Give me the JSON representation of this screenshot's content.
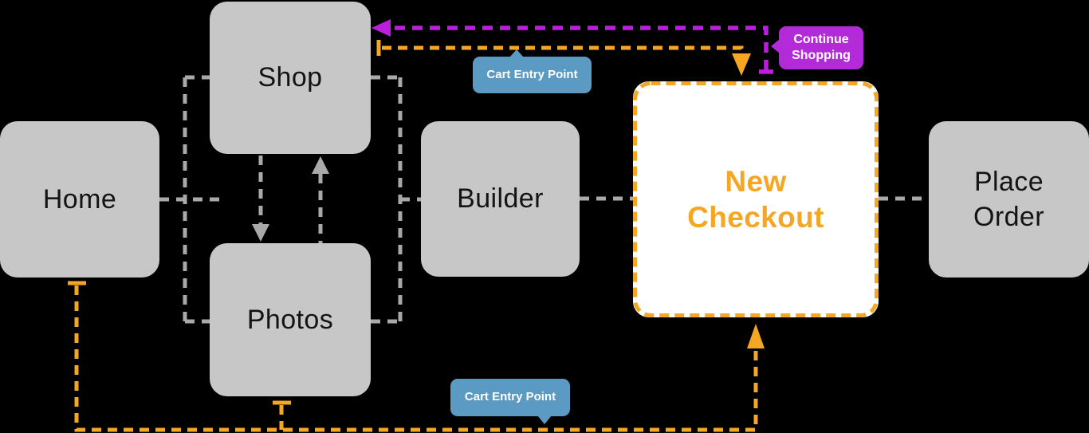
{
  "colors": {
    "background": "#000000",
    "box-gray": "#C7C7C7",
    "line-gray": "#A9A9A9",
    "text-dark": "#141414",
    "orange": "#F5A623",
    "purple-line": "#BB1EDC",
    "purple-badge": "#B32BD9",
    "blue": "#5B9AC2",
    "checkout-bg": "#FFFFFF",
    "badge-text": "#FFFFFF"
  },
  "nodes": {
    "home": {
      "label": "Home"
    },
    "shop": {
      "label": "Shop"
    },
    "photos": {
      "label": "Photos"
    },
    "builder": {
      "label": "Builder"
    },
    "new_checkout": {
      "label": "New\nCheckout"
    },
    "place_order": {
      "label": "Place\nOrder"
    }
  },
  "badges": {
    "continue_shopping": {
      "label": "Continue\nShopping"
    },
    "cart_entry_top": {
      "label": "Cart Entry Point"
    },
    "cart_entry_bottom": {
      "label": "Cart Entry Point"
    }
  },
  "edges": [
    {
      "from": "Home",
      "to": "Shop",
      "style": "gray-dashed"
    },
    {
      "from": "Home",
      "to": "Photos",
      "style": "gray-dashed"
    },
    {
      "from": "Shop",
      "to": "Photos",
      "style": "gray-dashed-arrow"
    },
    {
      "from": "Photos",
      "to": "Shop",
      "style": "gray-dashed-arrow"
    },
    {
      "from": "Shop",
      "to": "Builder",
      "style": "gray-dashed"
    },
    {
      "from": "Photos",
      "to": "Builder",
      "style": "gray-dashed"
    },
    {
      "from": "Builder",
      "to": "New Checkout",
      "style": "gray-dashed"
    },
    {
      "from": "New Checkout",
      "to": "Place Order",
      "style": "gray-dashed"
    },
    {
      "from": "Shop",
      "to": "New Checkout",
      "style": "orange-dashed-arrow",
      "label": "Cart Entry Point"
    },
    {
      "from": "Home",
      "to": "New Checkout",
      "style": "orange-dashed-arrow",
      "label": "Cart Entry Point"
    },
    {
      "from": "Photos",
      "to": "New Checkout",
      "style": "orange-dashed-arrow",
      "label": "Cart Entry Point"
    },
    {
      "from": "New Checkout",
      "to": "Shop",
      "style": "purple-dashed-arrow",
      "label": "Continue Shopping"
    }
  ]
}
